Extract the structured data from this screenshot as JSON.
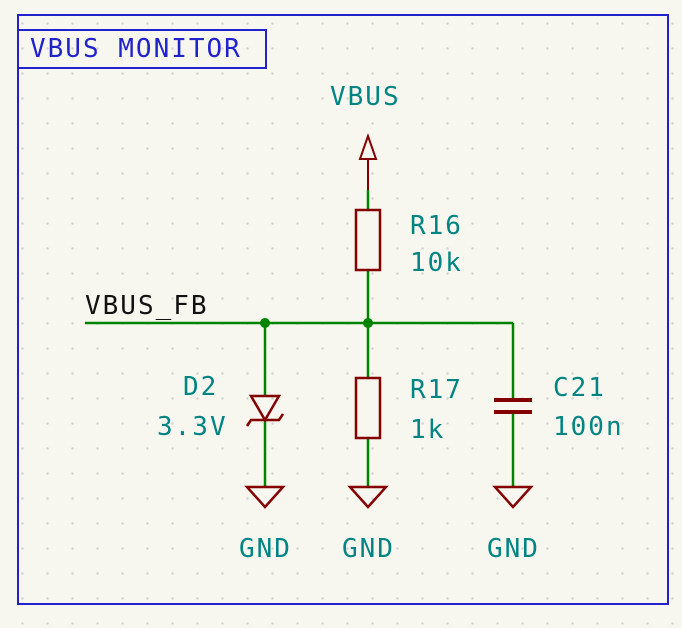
{
  "colors": {
    "bg": "#f8f7ef",
    "grid": "#cfcfcf",
    "wire": "#008400",
    "symbol": "#840000",
    "field": "#008484",
    "label": "#111111",
    "graphic": "#2222cc"
  },
  "sheet": {
    "title": "VBUS MONITOR"
  },
  "nets": {
    "power_label": "VBUS",
    "net_label": "VBUS_FB",
    "gnd_labels": [
      "GND",
      "GND",
      "GND"
    ]
  },
  "components": {
    "r16": {
      "ref": "R16",
      "value": "10k"
    },
    "r17": {
      "ref": "R17",
      "value": "1k"
    },
    "d2": {
      "ref": "D2",
      "value": "3.3V"
    },
    "c21": {
      "ref": "C21",
      "value": "100n"
    }
  }
}
